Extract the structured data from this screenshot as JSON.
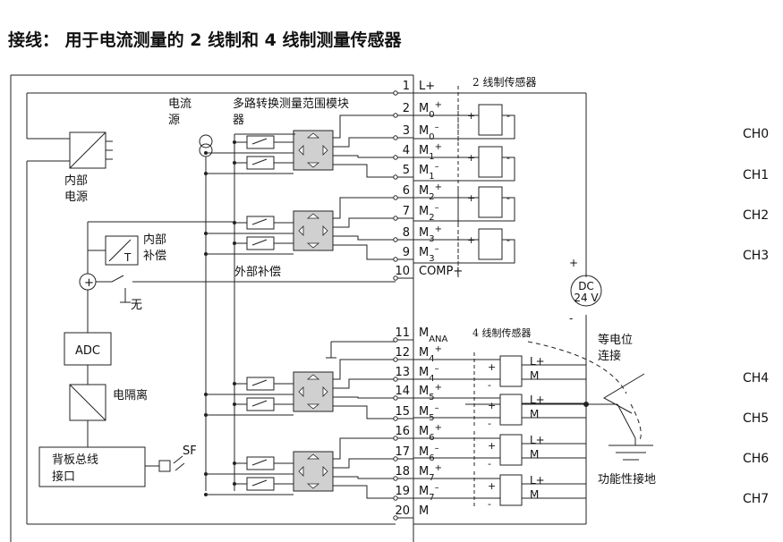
{
  "title": "接线： 用于电流测量的 2 线制和 4 线制测量传感器",
  "labels": {
    "current_source_1": "电流",
    "current_source_2": "源",
    "mux_1": "多路转换测量范围模块",
    "mux_2": "器",
    "internal_power_1": "内部",
    "internal_power_2": "电源",
    "internal_comp_1": "内部",
    "internal_comp_2": "补偿",
    "t_symbol": "T",
    "plus_symbol": "+",
    "none": "无",
    "external_comp": "外部补偿",
    "adc": "ADC",
    "isolation": "电隔离",
    "backplane_1": "背板总线",
    "backplane_2": "接口",
    "sf": "SF",
    "two_wire": "2 线制传感器",
    "four_wire": "4 线制传感器",
    "dc_1": "DC",
    "dc_2": "24 V",
    "dc_plus": "+",
    "dc_minus": "-",
    "equipotential_1": "等电位",
    "equipotential_2": "连接",
    "functional_ground": "功能性接地",
    "sensor_plus": "+",
    "sensor_minus": "-",
    "sensor_lplus": "L+",
    "sensor_m": "M"
  },
  "terminals": [
    {
      "num": "1",
      "name": "L+",
      "sub": "",
      "sup": ""
    },
    {
      "num": "2",
      "name": "M",
      "sub": "0",
      "sup": "+"
    },
    {
      "num": "3",
      "name": "M",
      "sub": "0",
      "sup": "–"
    },
    {
      "num": "4",
      "name": "M",
      "sub": "1",
      "sup": "+"
    },
    {
      "num": "5",
      "name": "M",
      "sub": "1",
      "sup": "–"
    },
    {
      "num": "6",
      "name": "M",
      "sub": "2",
      "sup": "+"
    },
    {
      "num": "7",
      "name": "M",
      "sub": "2",
      "sup": "–"
    },
    {
      "num": "8",
      "name": "M",
      "sub": "3",
      "sup": "+"
    },
    {
      "num": "9",
      "name": "M",
      "sub": "3",
      "sup": "–"
    },
    {
      "num": "10",
      "name": "COMP+",
      "sub": "",
      "sup": ""
    },
    {
      "num": "11",
      "name": "M",
      "sub": "ANA",
      "sup": ""
    },
    {
      "num": "12",
      "name": "M",
      "sub": "4",
      "sup": "+"
    },
    {
      "num": "13",
      "name": "M",
      "sub": "4",
      "sup": "–"
    },
    {
      "num": "14",
      "name": "M",
      "sub": "5",
      "sup": "+"
    },
    {
      "num": "15",
      "name": "M",
      "sub": "5",
      "sup": "–"
    },
    {
      "num": "16",
      "name": "M",
      "sub": "6",
      "sup": "+"
    },
    {
      "num": "17",
      "name": "M",
      "sub": "6",
      "sup": "–"
    },
    {
      "num": "18",
      "name": "M",
      "sub": "7",
      "sup": "+"
    },
    {
      "num": "19",
      "name": "M",
      "sub": "7",
      "sup": "–"
    },
    {
      "num": "20",
      "name": "M",
      "sub": "",
      "sup": ""
    }
  ],
  "channels": [
    "CH0",
    "CH1",
    "CH2",
    "CH3",
    "CH4",
    "CH5",
    "CH6",
    "CH7"
  ]
}
